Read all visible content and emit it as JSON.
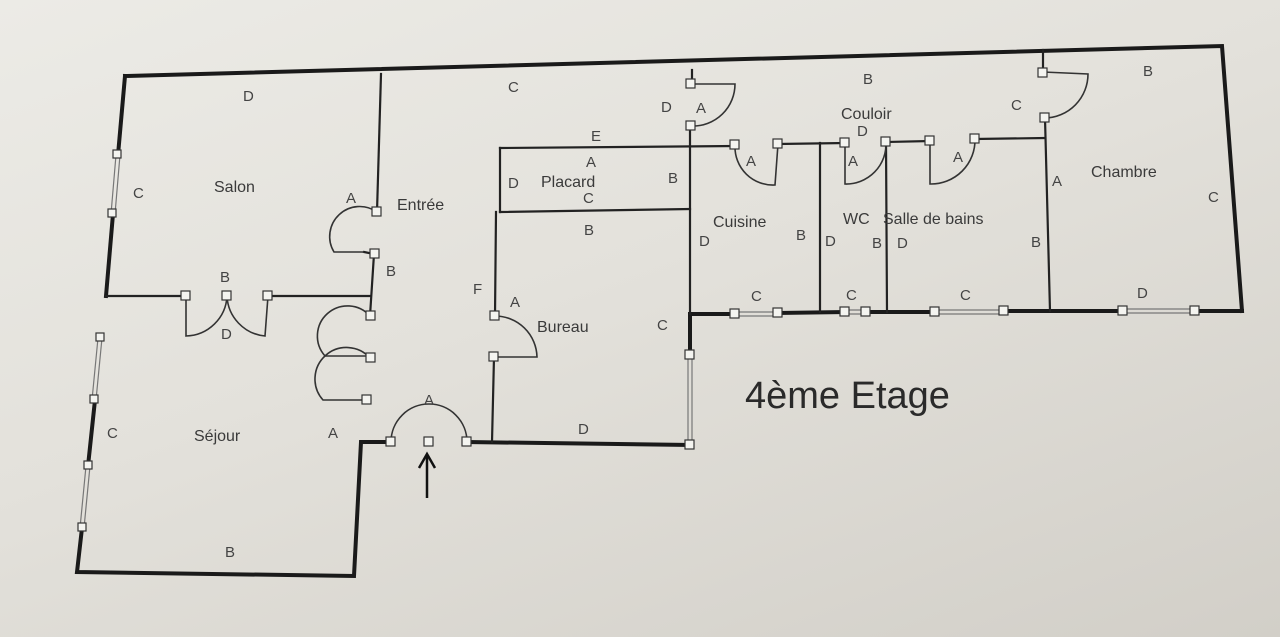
{
  "plan": {
    "floor_title": "4ème Etage",
    "rooms": {
      "salon": "Salon",
      "entree": "Entrée",
      "sejour": "Séjour",
      "placard": "Placard",
      "bureau": "Bureau",
      "cuisine": "Cuisine",
      "wc": "WC",
      "salle_de_bains": "Salle de bains",
      "couloir": "Couloir",
      "chambre": "Chambre"
    },
    "wall_letters": {
      "salon_top": "D",
      "salon_left": "C",
      "entree_top": "C",
      "couloir_top": "B",
      "chambre_top": "B",
      "chambre_right": "C",
      "salon_door_right": "A",
      "entree_wall": "B",
      "salon_sejour_b": "B",
      "salon_sejour_d": "D",
      "sejour_left": "C",
      "sejour_right": "A",
      "sejour_bottom": "B",
      "entrance_door": "A",
      "bureau_bottom": "D",
      "bureau_left": "F",
      "bureau_door": "A",
      "bureau_right": "C",
      "placard_top": "E",
      "placard_a": "A",
      "placard_left": "D",
      "placard_right": "B",
      "placard_bottom": "C",
      "bureau_top": "B",
      "couloir_door_d": "D",
      "couloir_door_a": "A",
      "cuisine_door": "A",
      "cuisine_left": "D",
      "cuisine_right": "B",
      "cuisine_bottom": "C",
      "wc_top": "D",
      "wc_door": "A",
      "wc_left": "D",
      "wc_right": "B",
      "wc_bottom": "C",
      "sdb_door": "A",
      "sdb_left": "D",
      "sdb_right": "B",
      "sdb_bottom": "C",
      "chambre_door": "C",
      "chambre_left": "A",
      "chambre_bottom": "D"
    }
  }
}
